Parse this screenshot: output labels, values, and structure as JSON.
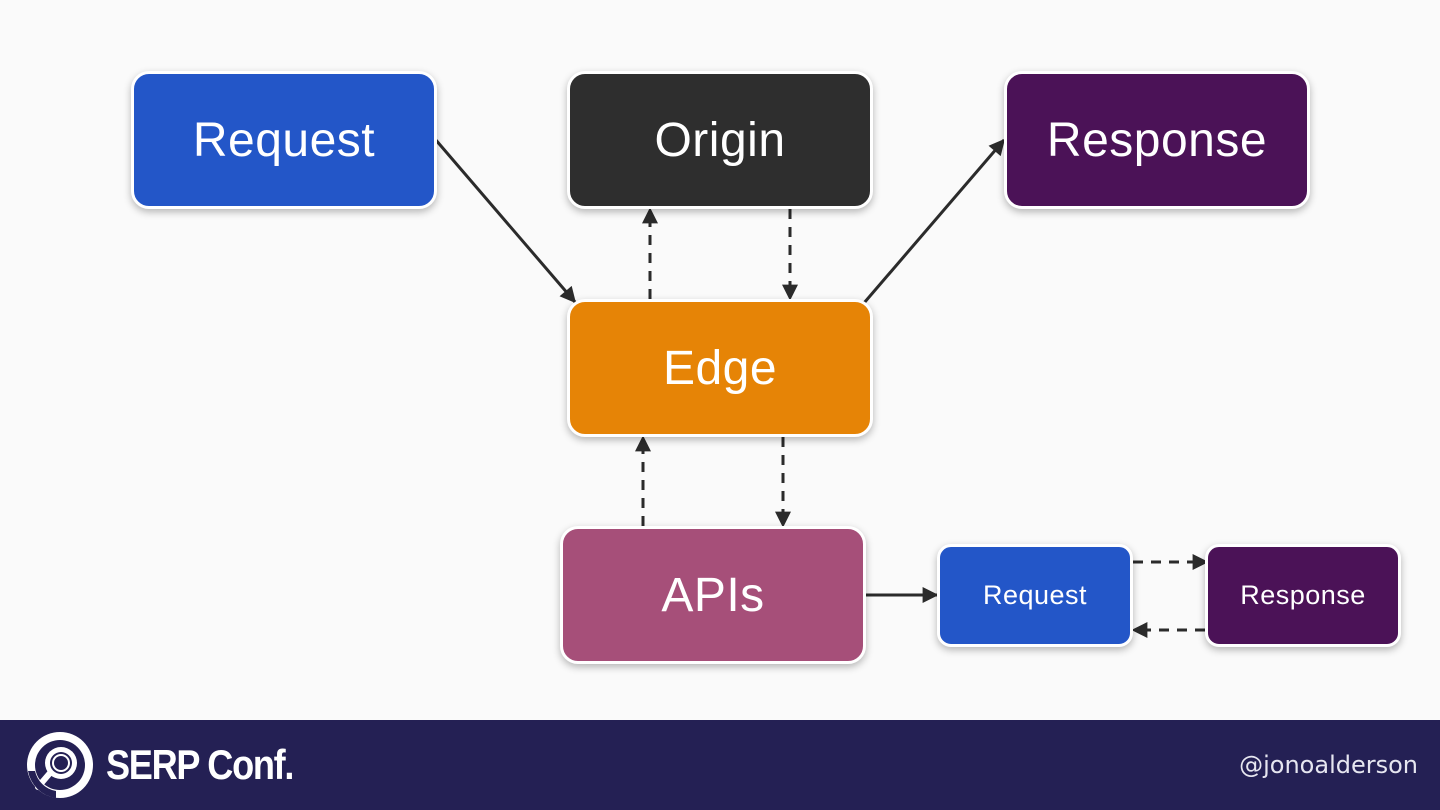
{
  "diagram": {
    "nodes": {
      "request": "Request",
      "origin": "Origin",
      "response": "Response",
      "edge": "Edge",
      "apis": "APIs",
      "api_request": "Request",
      "api_response": "Response"
    },
    "edges": [
      {
        "from": "request",
        "to": "edge",
        "style": "solid"
      },
      {
        "from": "edge",
        "to": "origin",
        "style": "dashed"
      },
      {
        "from": "origin",
        "to": "edge",
        "style": "dashed"
      },
      {
        "from": "edge",
        "to": "response",
        "style": "solid"
      },
      {
        "from": "apis",
        "to": "edge",
        "style": "dashed"
      },
      {
        "from": "edge",
        "to": "apis",
        "style": "dashed"
      },
      {
        "from": "apis",
        "to": "api_request",
        "style": "solid"
      },
      {
        "from": "api_request",
        "to": "api_response",
        "style": "dashed"
      },
      {
        "from": "api_response",
        "to": "api_request",
        "style": "dashed"
      }
    ]
  },
  "footer": {
    "brand": "SERP Conf.",
    "handle": "@jonoalderson"
  },
  "colors": {
    "request": "#2356c8",
    "origin": "#2e2e2e",
    "response": "#4b1257",
    "edge": "#e68406",
    "apis": "#a64f79",
    "footer": "#242054",
    "arrow": "#2b2b2b"
  },
  "icons": {
    "logo": "magnifier-logo-icon"
  }
}
